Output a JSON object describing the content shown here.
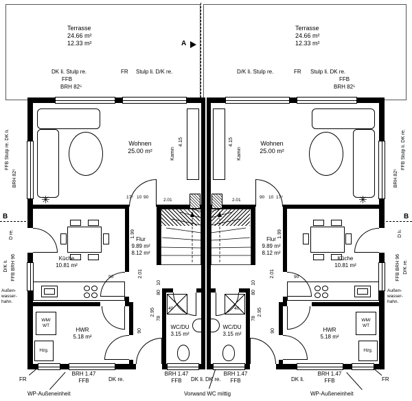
{
  "colors": {
    "line": "#000000",
    "bg": "#ffffff"
  },
  "icons": {
    "plant": "✳"
  },
  "markers": {
    "a": "A",
    "b": "B"
  },
  "terrace_left": {
    "title": "Terrasse",
    "area1": "24.66 m²",
    "area2": "12.33 m²"
  },
  "terrace_right": {
    "title": "Terrasse",
    "area1": "24.66 m²",
    "area2": "12.33 m²"
  },
  "top": {
    "lw": "DK li. Stulp re.",
    "lfr": "FR",
    "lc": "Stulp li. D/K re.",
    "lffb": "FFB",
    "lbrh": "BRH 82⁵",
    "rc": "D/K li. Stulp re.",
    "rfr": "FR",
    "rw": "Stulp li. DK re.",
    "rffb": "FFB",
    "rbrh": "BRH 82⁵"
  },
  "rooms": {
    "wohnen_l": {
      "name": "Wohnen",
      "a": "25.00 m²"
    },
    "wohnen_r": {
      "name": "Wohnen",
      "a": "25.00 m²"
    },
    "flur_l": {
      "name": "Flur",
      "a1": "9.89 m²",
      "a2": "8.12 m²"
    },
    "flur_r": {
      "name": "Flur",
      "a1": "9.89 m²",
      "a2": "8.12 m²"
    },
    "kueche_l": {
      "name": "Küche",
      "a": "10.81 m²"
    },
    "kueche_r": {
      "name": "Küche",
      "a": "10.81 m²"
    },
    "hwr_l": {
      "name": "HWR",
      "a": "5.18 m²"
    },
    "hwr_r": {
      "name": "HWR",
      "a": "5.18 m²"
    },
    "wc_l": {
      "name": "WC/DU",
      "a": "3.15 m²"
    },
    "wc_r": {
      "name": "WC/DU",
      "a": "3.15 m²"
    },
    "kamin_l": "Kamin",
    "kamin_r": "Kamin"
  },
  "fixtures": {
    "wm_l": "WM/\nWT",
    "wm_r": "WM/\nWT",
    "hzg_l": "Hzg.",
    "hzg_r": "Hzg."
  },
  "dims": {
    "l": {
      "h415": "4.15",
      "s175": "17⁵",
      "s10": "10",
      "s90": "90",
      "s201a": "2.01",
      "v199": "1.99",
      "v201": "2.01",
      "d90": "90",
      "v295": "2.95",
      "v10": "10",
      "v80": "80",
      "v78": "78",
      "n40": "40",
      "v90": "90"
    },
    "r": {
      "h415": "4.15",
      "s175": "17⁵",
      "s10": "10",
      "s90": "90",
      "s201a": "2.01",
      "v199": "1.99",
      "v201": "2.01",
      "d90": "90",
      "v295": "2.95",
      "v10": "10",
      "v80": "80",
      "v78": "78",
      "n40": "40",
      "v90": "90"
    }
  },
  "side_l": {
    "win": "FFB Stulp re. DK li.",
    "brh": "BRH 82⁵",
    "door": "D re.",
    "kwin": "D/K li.",
    "kffb": "FFB BRH 96",
    "tap": "Außen-\nwasser-\nhahn."
  },
  "side_r": {
    "win": "FFB Stulp li. DK re.",
    "brh": "BRH 82⁵",
    "door": "D li.",
    "kwin": "D/K re.",
    "kffb": "FFB BRH 96",
    "tap": "Außen-\nwasser-\nhahn."
  },
  "bottom": {
    "fr_l": "FR",
    "fr_r": "FR",
    "g1": {
      "brh": "BRH 1.47",
      "ffb": "FFB",
      "dk": "DK re."
    },
    "g2": {
      "brh": "BRH 1.47",
      "ffb": "FFB",
      "dk": "DK li."
    },
    "g3": {
      "brh": "BRH 1.47",
      "ffb": "FFB",
      "dk": "DK re."
    },
    "g4": {
      "brh": "BRH 1.47",
      "ffb": "FFB",
      "dk": "DK li."
    },
    "wp_l": "WP-Außeneinheit",
    "wp_r": "WP-Außeneinheit",
    "vorwand": "Vorwand WC mittig"
  }
}
